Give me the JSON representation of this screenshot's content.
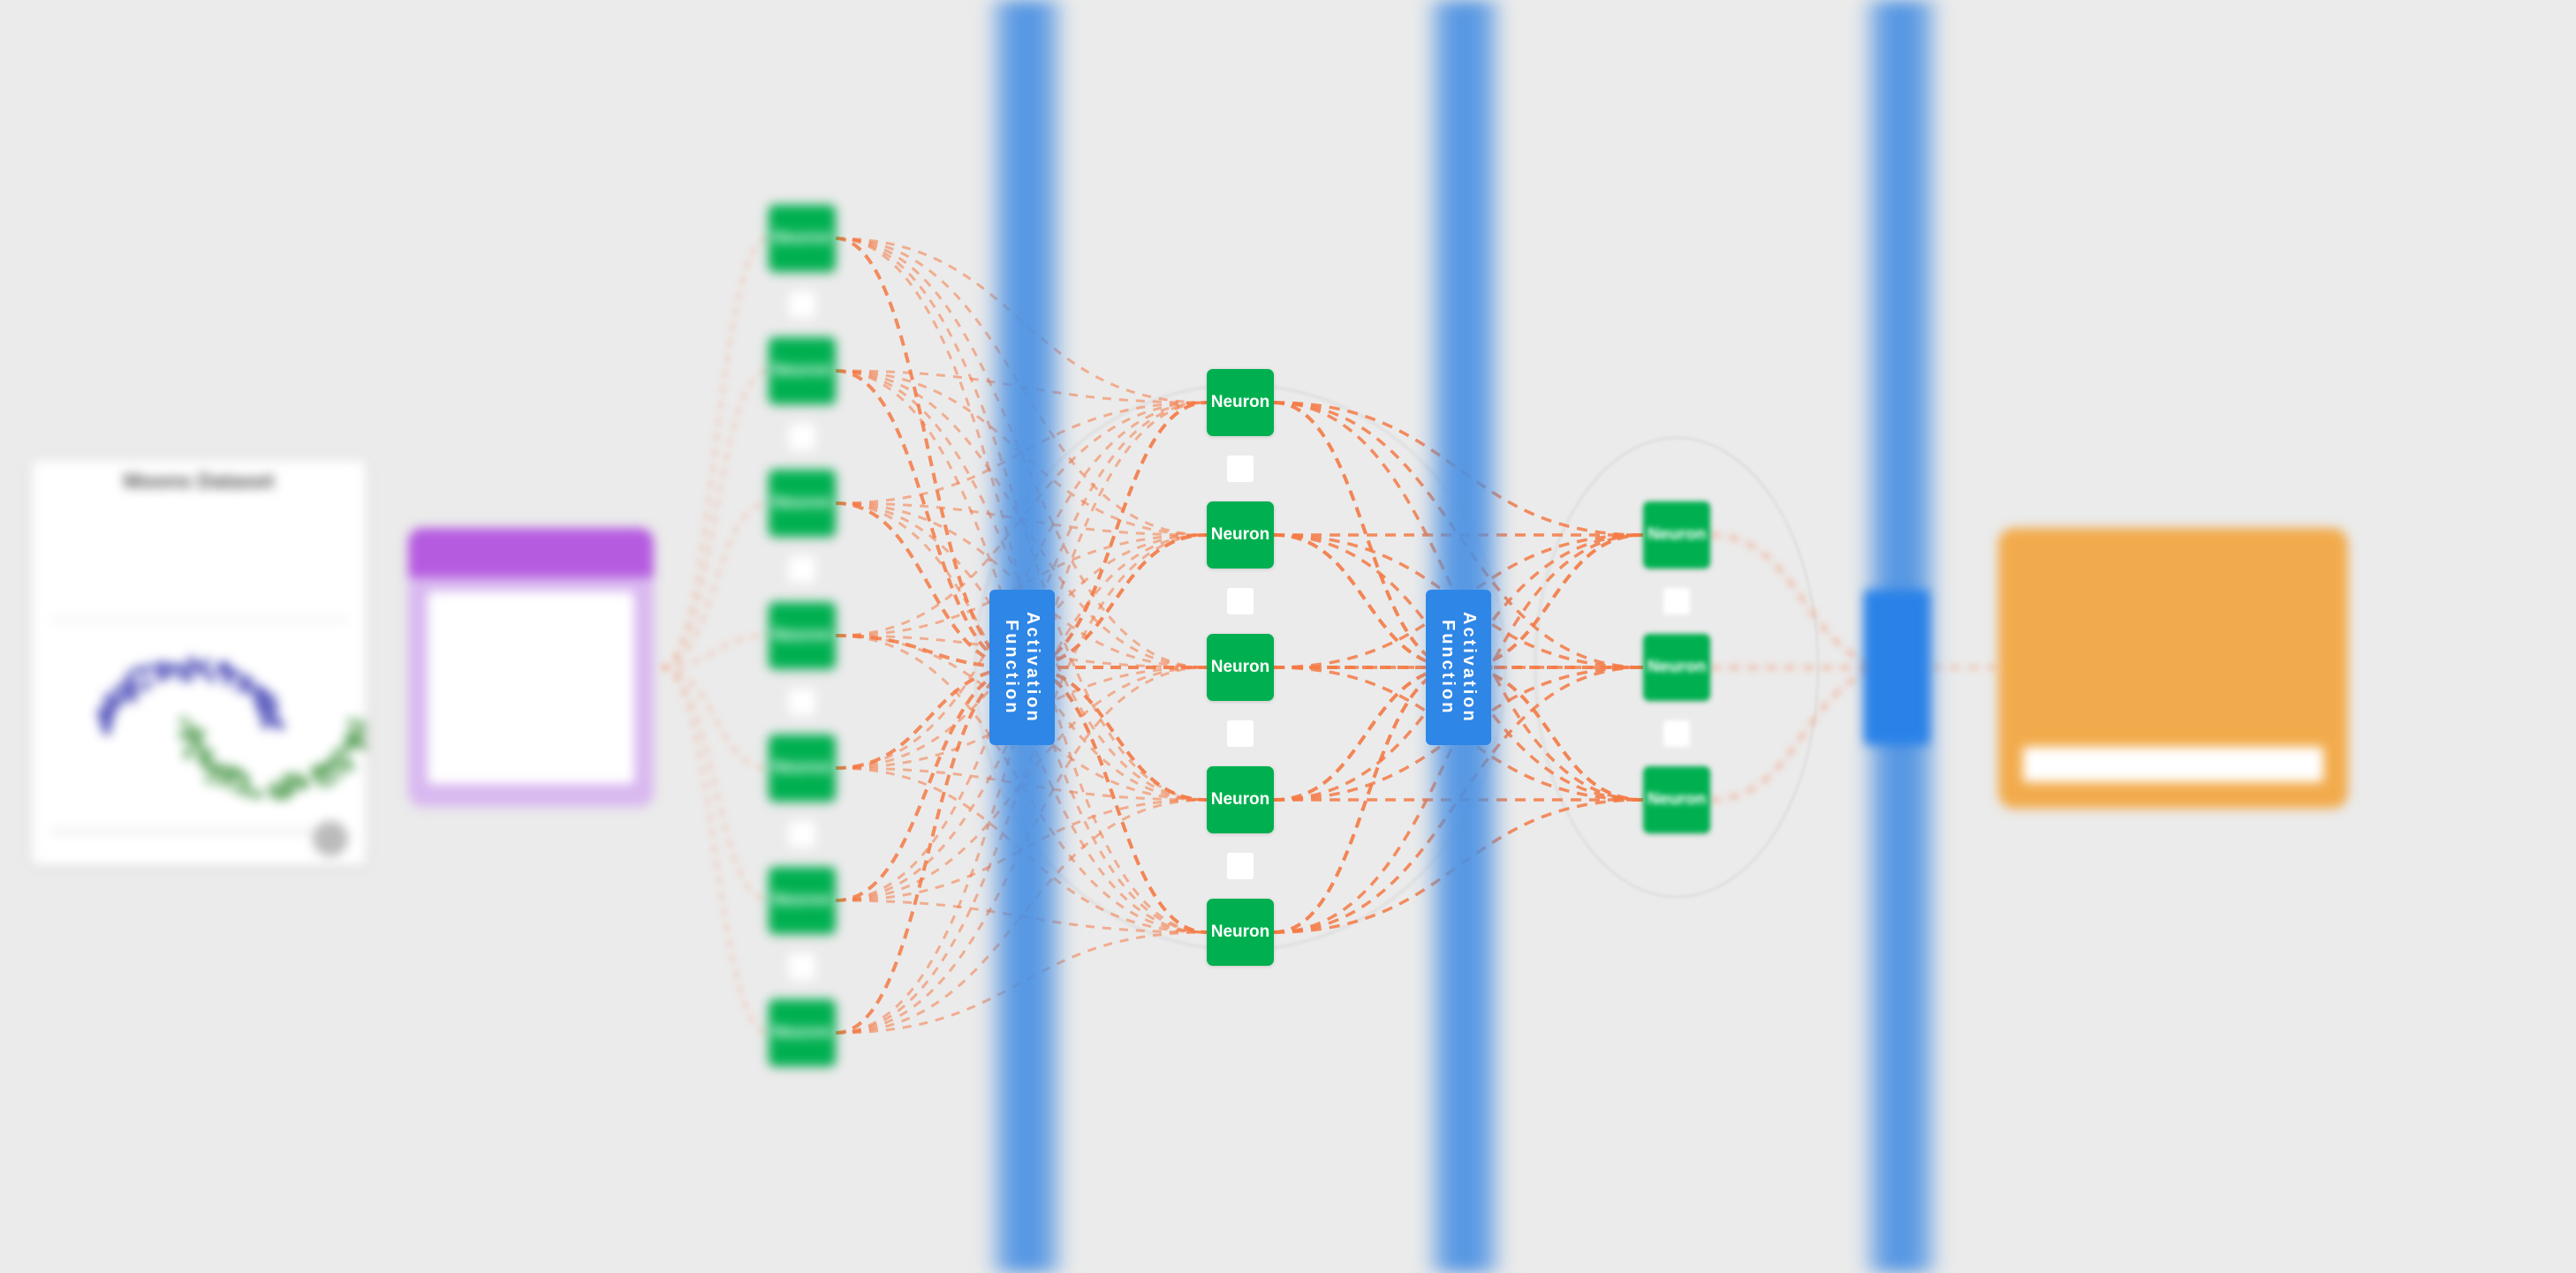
{
  "dataset": {
    "title": "Moons Dataset",
    "rows": [
      "",
      "",
      "",
      ""
    ],
    "colors": {
      "class_a": "#4a4ab8",
      "class_b": "#4e9a4e"
    }
  },
  "input_layer": {
    "title": ""
  },
  "output_layer": {
    "title": ""
  },
  "activation": {
    "label": "Activation Function"
  },
  "neuron_label": "Neuron",
  "layers": {
    "input_count": 7,
    "hidden1_count": 5,
    "hidden2_count": 3
  },
  "colors": {
    "background": "#ebebeb",
    "neuron": "#00b050",
    "connection": "#f47a45",
    "activation": "#2e86e6",
    "input_header": "#b55be0",
    "output_box": "#f2ab4c"
  },
  "icons": {
    "dataset_zoom": "magnifier-icon"
  }
}
